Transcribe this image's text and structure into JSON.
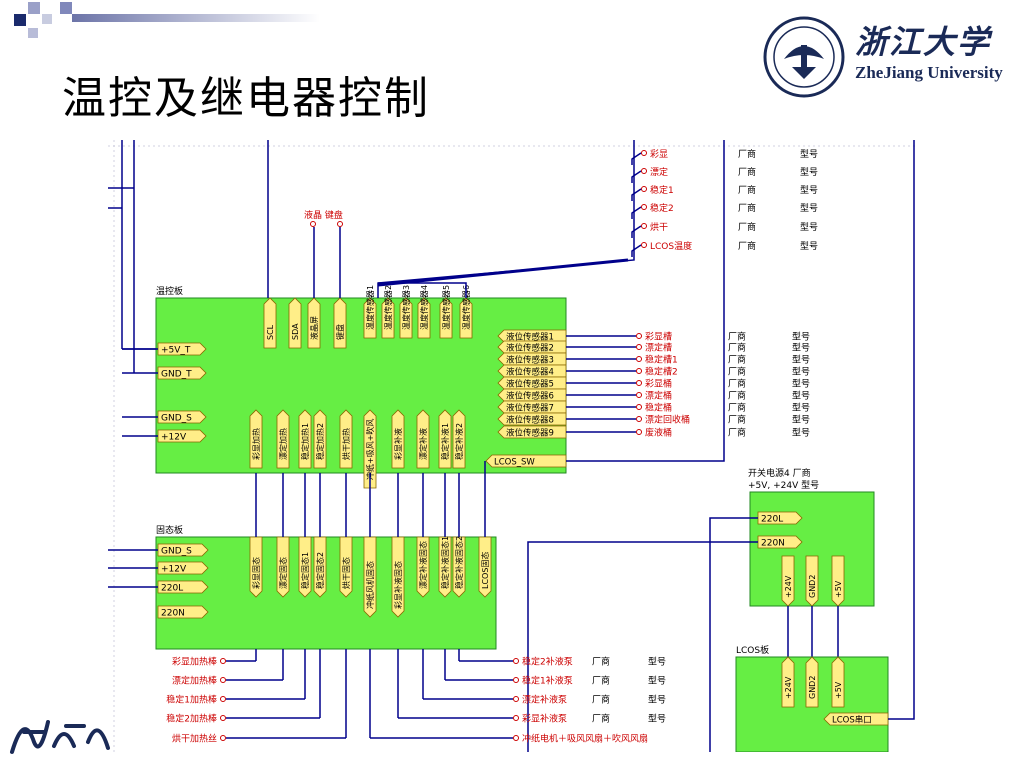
{
  "slide": {
    "title": "温控及继电器控制",
    "logo_cn": "浙江大学",
    "logo_en": "ZheJiang University"
  },
  "colors": {
    "board_fill": "#66ee44",
    "wire": "#00008b",
    "port_fill": "#ffee88",
    "label_red": "#cc0000",
    "title_dark": "#1a2a57"
  },
  "diagram": {
    "top_connectors": {
      "lcd": "液晶",
      "keyboard": "键盘"
    },
    "sensors_top": [
      {
        "name": "彩显",
        "vendor": "厂商",
        "model": "型号"
      },
      {
        "name": "漂定",
        "vendor": "厂商",
        "model": "型号"
      },
      {
        "name": "稳定1",
        "vendor": "厂商",
        "model": "型号"
      },
      {
        "name": "稳定2",
        "vendor": "厂商",
        "model": "型号"
      },
      {
        "name": "烘干",
        "vendor": "厂商",
        "model": "型号"
      },
      {
        "name": "LCOS温度",
        "vendor": "厂商",
        "model": "型号"
      }
    ],
    "temp_board": {
      "title": "温控板",
      "left_ports": [
        "+5V_T",
        "GND_T",
        "GND_S",
        "+12V"
      ],
      "top_ports": [
        "SCL",
        "SDA",
        "液晶屏",
        "键盘",
        "温度传感器1",
        "温度传感器2",
        "温度传感器3",
        "温度传感器4",
        "温度传感器5",
        "温度传感器6"
      ],
      "right_ports": [
        "液位传感器1",
        "液位传感器2",
        "液位传感器3",
        "液位传感器4",
        "液位传感器5",
        "液位传感器6",
        "液位传感器7",
        "液位传感器8",
        "液位传感器9"
      ],
      "lcos_sw": "LCOS_SW",
      "bottom_ports": [
        "彩显加热",
        "漂定加热",
        "稳定加热1",
        "稳定加热2",
        "烘干加热",
        "冲纸+吸风+吹风",
        "彩显补液",
        "漂定补液",
        "稳定补液1",
        "稳定补液2"
      ]
    },
    "level_sensors": [
      {
        "name": "彩显槽",
        "vendor": "厂商",
        "model": "型号"
      },
      {
        "name": "漂定槽",
        "vendor": "厂商",
        "model": "型号"
      },
      {
        "name": "稳定槽1",
        "vendor": "厂商",
        "model": "型号"
      },
      {
        "name": "稳定槽2",
        "vendor": "厂商",
        "model": "型号"
      },
      {
        "name": "彩显桶",
        "vendor": "厂商",
        "model": "型号"
      },
      {
        "name": "漂定桶",
        "vendor": "厂商",
        "model": "型号"
      },
      {
        "name": "稳定桶",
        "vendor": "厂商",
        "model": "型号"
      },
      {
        "name": "漂定回收桶",
        "vendor": "厂商",
        "model": "型号"
      },
      {
        "name": "废液桶",
        "vendor": "厂商",
        "model": "型号"
      }
    ],
    "ssr_board": {
      "title": "固态板",
      "left_ports": [
        "GND_S",
        "+12V",
        "220L",
        "220N"
      ],
      "top_ports": [
        "彩显固态",
        "漂定固态",
        "稳定固态1",
        "稳定固态2",
        "烘干固态",
        "冲纸风机固态",
        "彩显补液固态",
        "漂定补液固态",
        "稳定补液固态1",
        "稳定补液固态2",
        "LCOS固态"
      ]
    },
    "psu": {
      "title": "开关电源4",
      "vendor": "厂商",
      "spec": "+5V, +24V",
      "model": "型号",
      "left_ports": [
        "220L",
        "220N"
      ],
      "bottom_ports": [
        "+24V",
        "GND2",
        "+5V"
      ]
    },
    "lcos_board": {
      "title": "LCOS板",
      "top_ports": [
        "+24V",
        "GND2",
        "+5V"
      ],
      "serial": "LCOS串口"
    },
    "heaters": [
      "彩显加热棒",
      "漂定加热棒",
      "稳定1加热棒",
      "稳定2加热棒",
      "烘干加热丝"
    ],
    "pumps": [
      {
        "name": "稳定2补液泵",
        "vendor": "厂商",
        "model": "型号"
      },
      {
        "name": "稳定1补液泵",
        "vendor": "厂商",
        "model": "型号"
      },
      {
        "name": "漂定补液泵",
        "vendor": "厂商",
        "model": "型号"
      },
      {
        "name": "彩显补液泵",
        "vendor": "厂商",
        "model": "型号"
      },
      {
        "name": "冲纸电机＋吸风风扇＋吹风风扇",
        "vendor": "",
        "model": ""
      }
    ]
  }
}
